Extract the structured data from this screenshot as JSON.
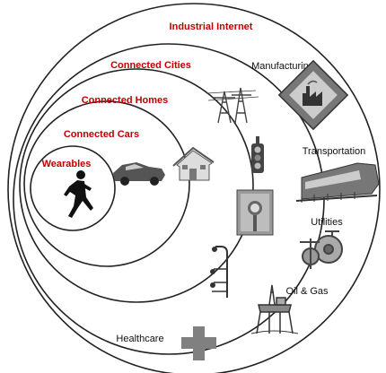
{
  "colors": {
    "ring_label": "#c00000",
    "sector_label": "#111111",
    "ring_stroke": "#222222",
    "icon_gray": "#808080"
  },
  "rings": {
    "industrial_internet": "Industrial  Internet",
    "connected_cities": "Connected  Cities",
    "connected_homes": "Connected  Homes",
    "connected_cars": "Connected  Cars",
    "wearables": "Wearables"
  },
  "sectors": {
    "manufacturing": "Manufacturing",
    "transportation": "Transportation",
    "utilities": "Utilities",
    "oil_gas": "Oil & Gas",
    "healthcare": "Healthcare"
  },
  "icons": [
    "runner-icon",
    "car-icon",
    "house-icon",
    "power-pylon-icon",
    "traffic-light-icon",
    "parking-meter-icon",
    "street-lamp-icon",
    "factory-icon",
    "train-icon",
    "valve-icon",
    "oil-platform-icon",
    "medical-cross-icon"
  ]
}
